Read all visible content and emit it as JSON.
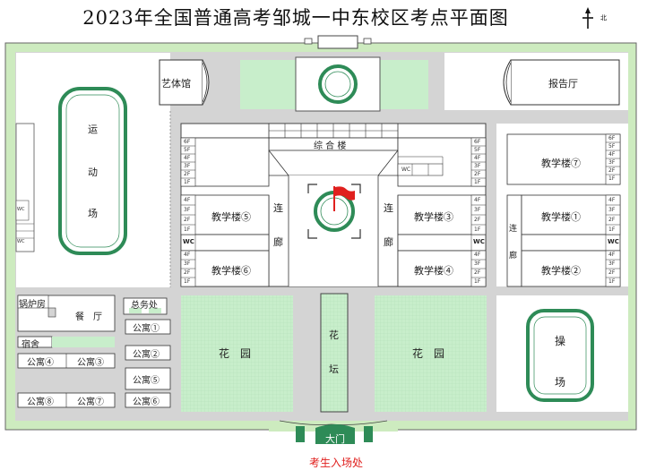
{
  "title": "2023年全国普通高考邹城一中东校区考点平面图",
  "colors": {
    "boundary_green": "#cdebbf",
    "road_gray": "#d4d4d4",
    "track_green": "#2e8b57",
    "garden_green": "#c8eecb",
    "entrance_red": "#e0201e",
    "gate_green": "#2e8b57"
  },
  "icons": {
    "compass": "north-arrow-icon",
    "flag": "flag-icon"
  },
  "buildings": {
    "arts_hall": "艺体馆",
    "lecture_hall": "报告厅",
    "complex": "综 合 楼",
    "teach1": "教学楼①",
    "teach2": "教学楼②",
    "teach3": "教学楼③",
    "teach4": "教学楼④",
    "teach5": "教学楼⑤",
    "teach6": "教学楼⑥",
    "teach7": "教学楼⑦",
    "boiler": "锅炉房",
    "canteen": "餐　厅",
    "general_affairs": "总务处",
    "dorm": "宿舍",
    "apt1": "公寓①",
    "apt2": "公寓②",
    "apt3": "公寓③",
    "apt4": "公寓④",
    "apt5": "公寓⑤",
    "apt6": "公寓⑥",
    "apt7": "公寓⑦",
    "apt8": "公寓⑧"
  },
  "corridor": {
    "char1": "连",
    "char2": "廊"
  },
  "sports_field": {
    "char1": "运",
    "char2": "动",
    "char3": "场"
  },
  "playground": {
    "char1": "操",
    "char2": "场"
  },
  "garden": {
    "left": "花　园",
    "right": "花　园"
  },
  "flower_bed": {
    "char1": "花",
    "char2": "坛"
  },
  "wc": "WC",
  "floors": {
    "f6": "6F",
    "f5": "5F",
    "f4": "4F",
    "f3": "3F",
    "f2": "2F",
    "f1": "1F"
  },
  "gate": "大门",
  "entrance": "考生入场处"
}
